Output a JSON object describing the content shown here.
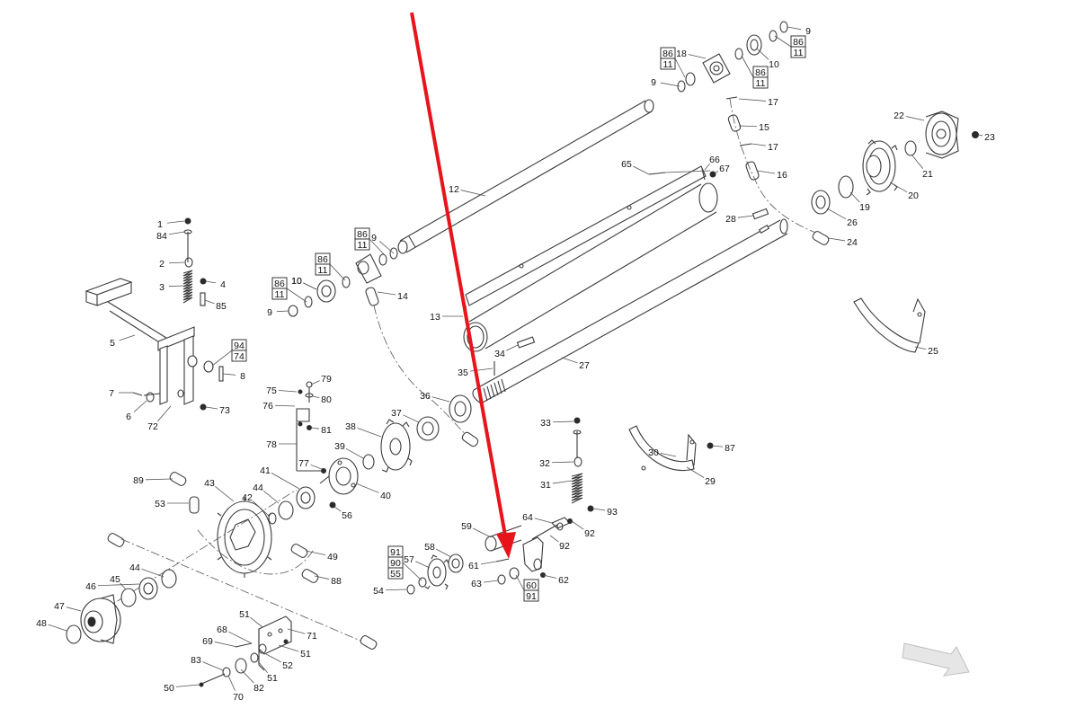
{
  "diagram": {
    "callouts": [
      "1",
      "84",
      "2",
      "3",
      "4",
      "85",
      "5",
      "94",
      "74",
      "8",
      "7",
      "6",
      "72",
      "73",
      "9",
      "86",
      "11",
      "10",
      "14",
      "12",
      "13",
      "15",
      "16",
      "17",
      "18",
      "19",
      "20",
      "21",
      "22",
      "23",
      "24",
      "25",
      "26",
      "27",
      "28",
      "29",
      "30",
      "31",
      "32",
      "33",
      "34",
      "35",
      "36",
      "37",
      "38",
      "39",
      "40",
      "41",
      "42",
      "43",
      "44",
      "45",
      "46",
      "47",
      "48",
      "49",
      "50",
      "51",
      "52",
      "53",
      "54",
      "55",
      "56",
      "57",
      "58",
      "59",
      "60",
      "61",
      "62",
      "63",
      "64",
      "65",
      "66",
      "67",
      "68",
      "69",
      "70",
      "71",
      "75",
      "76",
      "77",
      "78",
      "79",
      "80",
      "81",
      "82",
      "83",
      "87",
      "88",
      "89",
      "90",
      "91",
      "92",
      "93"
    ],
    "stacked_labels": {
      "ref_94_74": [
        "94",
        "74"
      ],
      "ref_86_11_a": [
        "86",
        "11"
      ],
      "ref_86_11_b": [
        "86",
        "11"
      ],
      "ref_86_11_c": [
        "86",
        "11"
      ],
      "ref_86_11_d": [
        "86",
        "11"
      ],
      "ref_86_11_e": [
        "86",
        "11"
      ],
      "ref_86_11_f": [
        "86",
        "11"
      ],
      "ref_91_90_55": [
        "91",
        "90",
        "55"
      ],
      "ref_60_91": [
        "60",
        "91"
      ]
    },
    "highlight": {
      "type": "arrow",
      "color": "#e8141b",
      "points_to": "60"
    },
    "colors": {
      "line": "#3a3a3a",
      "arrow": "#e8141b",
      "nav_arrow": "#d9d9d9"
    }
  }
}
